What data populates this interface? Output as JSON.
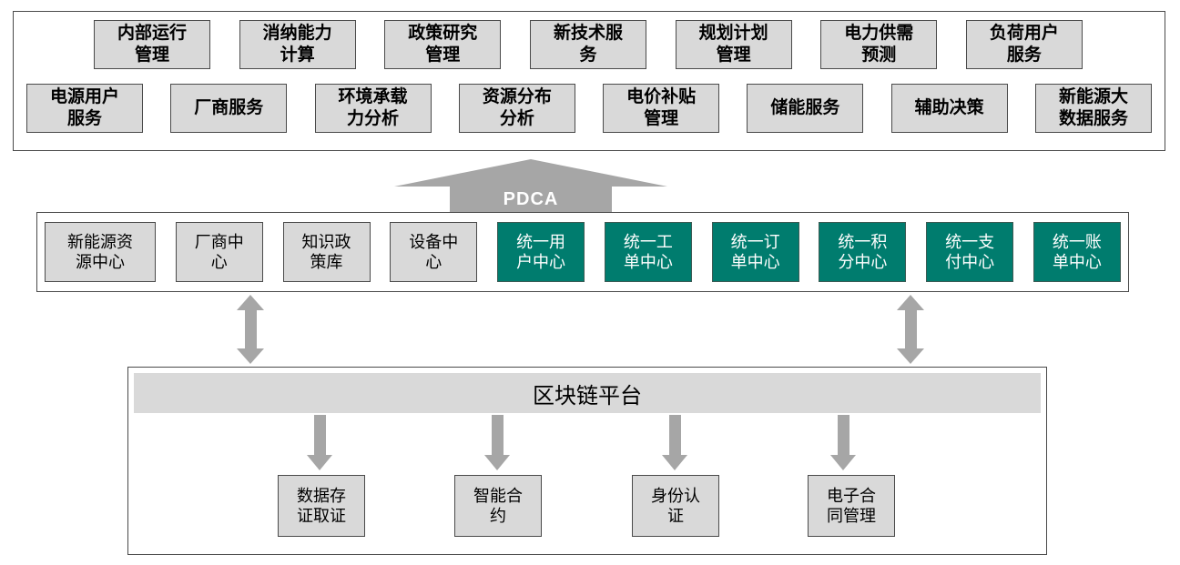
{
  "top_panel": {
    "row1": [
      "内部运行\n管理",
      "消纳能力\n计算",
      "政策研究\n管理",
      "新技术服\n务",
      "规划计划\n管理",
      "电力供需\n预测",
      "负荷用户\n服务"
    ],
    "row2": [
      "电源用户\n服务",
      "厂商服务",
      "环境承载\n力分析",
      "资源分布\n分析",
      "电价补贴\n管理",
      "储能服务",
      "辅助决策",
      "新能源大\n数据服务"
    ]
  },
  "pdca_arrow": {
    "label": "PDCA"
  },
  "center_panel": {
    "gray_items": [
      "新能源资\n源中心",
      "厂商中\n心",
      "知识政\n策库",
      "设备中\n心"
    ],
    "teal_items": [
      "统一用\n户中心",
      "统一工\n单中心",
      "统一订\n单中心",
      "统一积\n分中心",
      "统一支\n付中心",
      "统一账\n单中心"
    ]
  },
  "blockchain_panel": {
    "title": "区块链平台",
    "items": [
      "数据存\n证取证",
      "智能合\n约",
      "身份认\n证",
      "电子合\n同管理"
    ]
  },
  "colors": {
    "box_gray": "#d9d9d9",
    "teal_green": "#007c6e",
    "arrow_gray": "#a6a6a6",
    "border_dark": "#4a4a4a"
  }
}
